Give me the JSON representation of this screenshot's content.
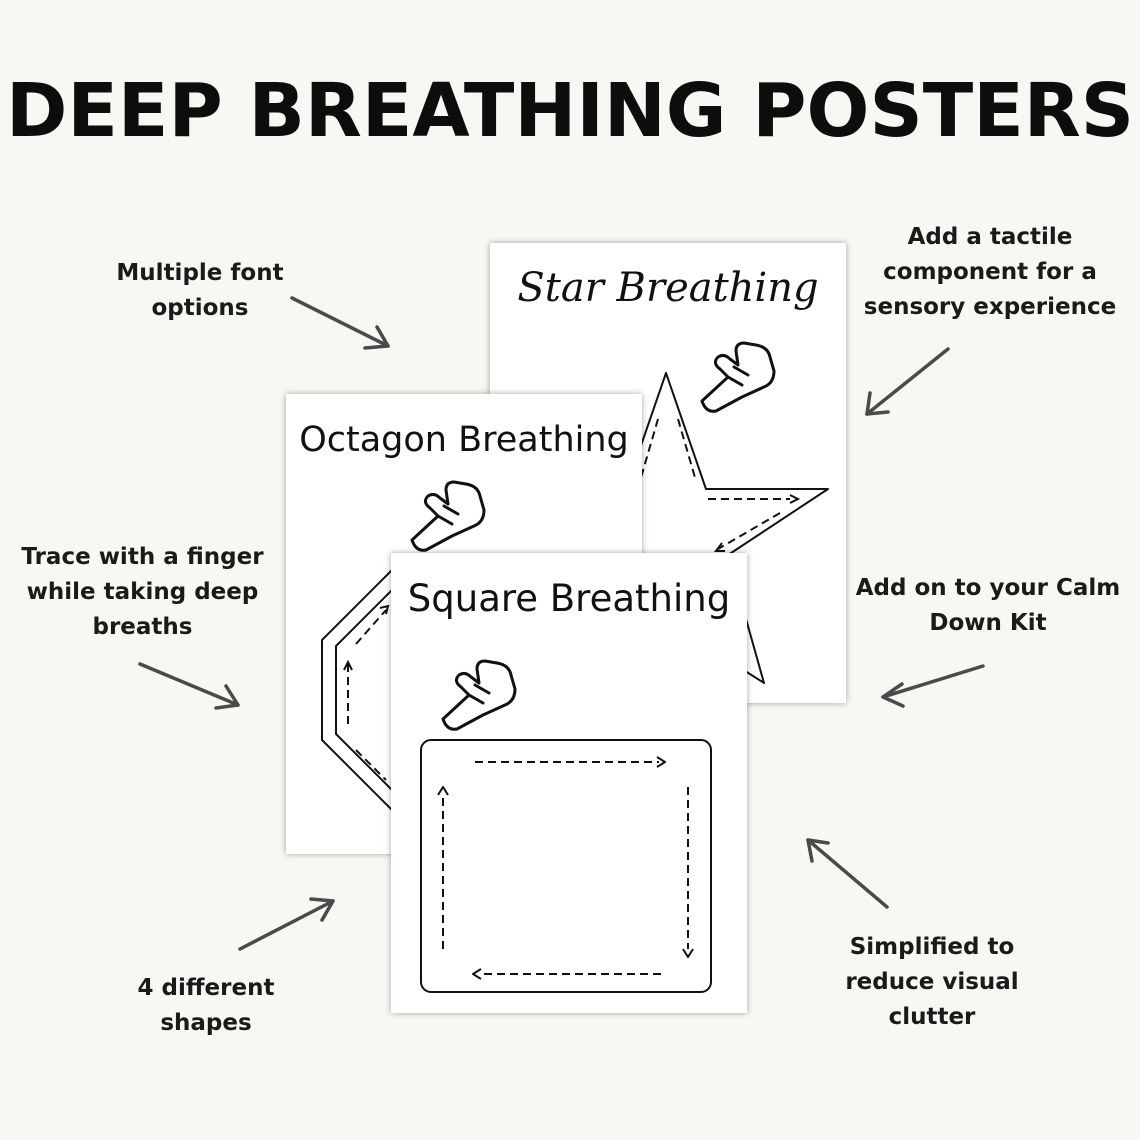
{
  "headline": "DEEP BREATHING POSTERS",
  "callouts": {
    "fonts": [
      "Multiple font",
      "options"
    ],
    "tactile": [
      "Add a tactile",
      "component for a",
      "sensory experience"
    ],
    "trace": [
      "Trace with a finger",
      "while taking deep",
      "breaths"
    ],
    "calm": [
      "Add on to your Calm",
      "Down Kit"
    ],
    "shapes": [
      "4 different",
      "shapes"
    ],
    "simplified": [
      "Simplified to",
      "reduce visual",
      "clutter"
    ]
  },
  "posters": {
    "star": {
      "title": "Star Breathing",
      "icon": "pointing-hand-icon"
    },
    "octagon": {
      "title": "Octagon Breathing",
      "icon": "pointing-hand-icon"
    },
    "square": {
      "title": "Square Breathing",
      "icon": "pointing-hand-icon"
    }
  },
  "colors": {
    "background": "#f8f7f3",
    "text": "#111111",
    "arrow": "#4a4a4a",
    "poster": "#ffffff"
  }
}
